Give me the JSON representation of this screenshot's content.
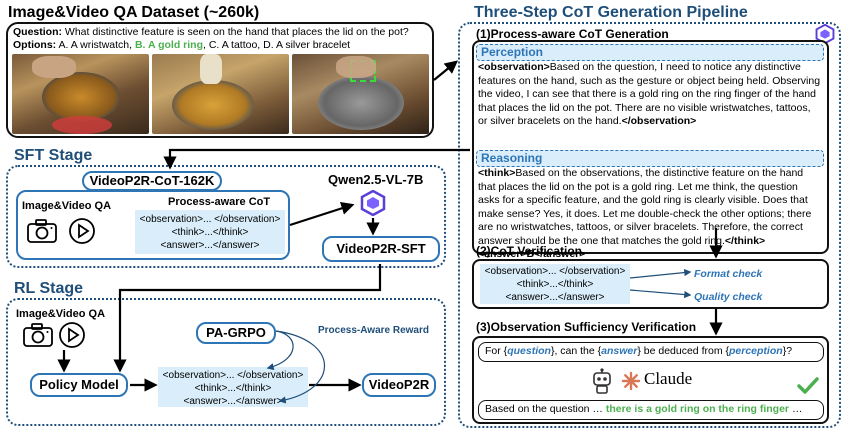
{
  "dataset": {
    "title": "Image&Video QA Dataset (~260k)",
    "question_label": "Question:",
    "question_text": "What distinctive feature is seen on the hand that places the lid on the pot?",
    "options_label": "Options:",
    "option_a": "A. A wristwatch,",
    "option_b": "B. A gold ring",
    "option_c": ", C. A tattoo, D. A silver bracelet"
  },
  "sft": {
    "title": "SFT Stage",
    "dataset_name": "VideoP2R-CoT-162K",
    "input_label": "Image&Video QA",
    "cot_label": "Process-aware CoT",
    "cot_lines": [
      "<observation>... </observation>",
      "<think>...</think>",
      "<answer>...</answer>"
    ],
    "base_model": "Qwen2.5-VL-7B",
    "output_model": "VideoP2R-SFT"
  },
  "rl": {
    "title": "RL Stage",
    "input_label": "Image&Video QA",
    "algorithm": "PA-GRPO",
    "reward_label": "Process-Aware Reward",
    "policy": "Policy Model",
    "cot_lines": [
      "<observation>... </observation>",
      "<think>...</think>",
      "<answer>...</answer>"
    ],
    "output_model": "VideoP2R"
  },
  "pipeline": {
    "title": "Three-Step CoT Generation Pipeline",
    "step1_title": "(1)Process-aware CoT Generation",
    "perception_tag": "Perception",
    "perception_open": "<observation>",
    "perception_text": "Based on the question, I need to notice any distinctive features on the hand, such as the gesture or object being held. Observing the video, I can see that there is a gold ring on the ring finger of the hand that places the lid on the pot. There are no visible wristwatches, tattoos, or silver bracelets on the hand.",
    "perception_close": "</observation>",
    "reasoning_tag": "Reasoning",
    "reasoning_open": "<think>",
    "reasoning_text": "Based on the observations, the distinctive feature on the hand that places the lid on the pot is a gold ring. Let me think, the question asks for a specific feature, and the gold ring is clearly visible. Does that make sense? Yes, it does. Let me double-check the other options; there are no wristwatches, tattoos, or silver bracelets. Therefore, the correct answer should be the one that matches the gold ring.",
    "reasoning_close": "</think>",
    "answer_line": "<answer>B</answer>",
    "step2_title": "(2)CoT Verification",
    "step2_lines": [
      "<observation>... </observation>",
      "<think>...</think>",
      "<answer>...</answer>"
    ],
    "format_check": "Format check",
    "quality_check": "Quality check",
    "step3_title": "(3)Observation Sufficiency Verification",
    "q_prefix": "For {",
    "q_var1": "question",
    "q_mid1": "}, can the {",
    "q_var2": "answer",
    "q_mid2": "} be deduced from {",
    "q_var3": "perception",
    "q_suffix": "}?",
    "claude": "Claude",
    "answer_prefix": "Based on the question …",
    "answer_highlight": "there is a gold ring on the ring finger",
    "answer_suffix": "…"
  },
  "colors": {
    "accent_blue": "#2e75b6",
    "dark_blue": "#1f4e79",
    "light_blue": "#d9eefa",
    "green": "#4caf50",
    "claude_orange": "#d97757"
  }
}
